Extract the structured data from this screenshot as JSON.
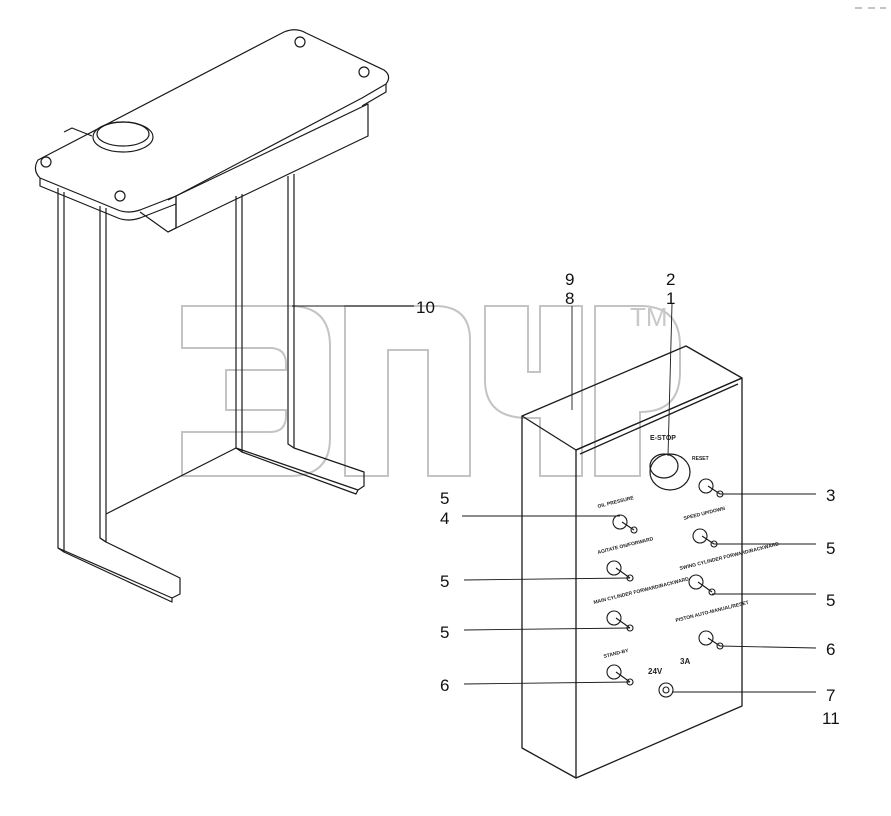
{
  "watermark": {
    "tm": "TM"
  },
  "callouts": {
    "c9": "9",
    "c8": "8",
    "c2": "2",
    "c1": "1",
    "c10": "10",
    "c5a": "5",
    "c4": "4",
    "c3": "3",
    "c5b": "5",
    "c5c": "5",
    "c5d": "5",
    "c5e": "5",
    "c6a": "6",
    "c6b": "6",
    "c7": "7",
    "c11": "11"
  },
  "panel": {
    "estop": "E-STOP",
    "reset": "RESET",
    "oil_pressure": "OIL PRESSURE",
    "speed": "SPEED UP/DOWN",
    "agitate": "AGITATE ON/FORWARD",
    "swing_cylinder": "SWING CYLINDER FORWARD/BACKWARD",
    "main_cylinder": "MAIN CYLINDER FORWARD/BACKWARD",
    "piston": "PISTON AUTO-MANUAL/RESET",
    "standby": "STAND-BY",
    "voltage": "24V",
    "amperage": "3A"
  },
  "colors": {
    "line": "#1a1a1a",
    "watermark": "#bdbdbd"
  }
}
